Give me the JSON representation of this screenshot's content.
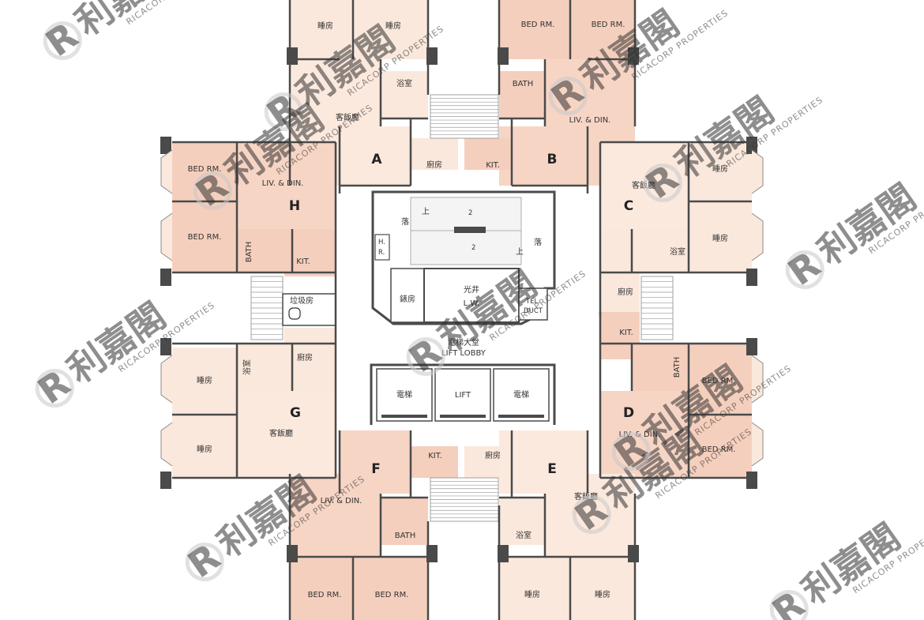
{
  "colors": {
    "bedroom_en": "#f5cfbd",
    "living_en": "#f7d5c5",
    "bedroom_zh": "#fbe8dc",
    "living_zh": "#fce9de",
    "wall": "#4a4a4a",
    "lobby": "#ffffff",
    "watermark": "#c9c9c9"
  },
  "units": {
    "A": {
      "letter": "A",
      "bed1": "睡房",
      "bed2": "睡房",
      "bath": "浴室",
      "living": "客飯廳",
      "kitchen": "廚房"
    },
    "B": {
      "letter": "B",
      "bed1": "BED RM.",
      "bed2": "BED RM.",
      "bath": "BATH",
      "living": "LIV. & DIN.",
      "kitchen": "KIT."
    },
    "C": {
      "letter": "C",
      "bed1": "睡房",
      "bed2": "睡房",
      "bath": "浴室",
      "living": "客飯廳",
      "kitchen": "廚房"
    },
    "D": {
      "letter": "D",
      "bed1": "BED RM.",
      "bed2": "BED RM.",
      "bath": "BATH",
      "living": "LIV. & DIN.",
      "kitchen": "KIT."
    },
    "E": {
      "letter": "E",
      "bed1": "睡房",
      "bed2": "睡房",
      "bath": "浴室",
      "living": "客飯廳",
      "kitchen": "廚房"
    },
    "F": {
      "letter": "F",
      "bed1": "BED RM.",
      "bed2": "BED RM.",
      "bath": "BATH",
      "living": "LIV. & DIN.",
      "kitchen": "KIT."
    },
    "G": {
      "letter": "G",
      "bed1": "睡房",
      "bed2": "睡房",
      "bath": "浴室",
      "living": "客飯廳",
      "kitchen": "廚房"
    },
    "H": {
      "letter": "H",
      "bed1": "BED RM.",
      "bed2": "BED RM.",
      "bath": "BATH",
      "living": "LIV. & DIN.",
      "kitchen": "KIT."
    }
  },
  "core": {
    "up": "上",
    "down": "落",
    "stair_num": "2",
    "hr_1": "H.",
    "hr_2": "R.",
    "meter_room": "錶房",
    "lightwell_zh": "光井",
    "lightwell_en": "L.W.",
    "tel_duct_1": "TEL.",
    "tel_duct_2": "DUCT",
    "refuse_room": "垃圾房",
    "lift_lobby_zh": "電梯大堂",
    "lift_lobby_en": "LIFT LOBBY",
    "lift_1": "電梯",
    "lift_2": "LIFT",
    "lift_3": "電梯"
  },
  "watermark": {
    "logo_text": "利嘉閣",
    "sub_text": "RICACORP PROPERTIES",
    "mark": "R"
  }
}
